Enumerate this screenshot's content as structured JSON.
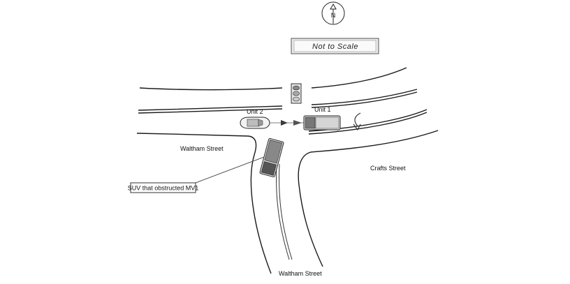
{
  "compass": {
    "letter": "N",
    "icon": "north-arrow-icon"
  },
  "scale_note": "Not to Scale",
  "streets": {
    "north_west": "Waltham Street",
    "south": "Waltham Street",
    "east": "Crafts Street"
  },
  "vehicles": {
    "unit1": "Unit 1",
    "unit2": "Unit 2"
  },
  "callout": "SUV that obstructed MV1",
  "icons": [
    "traffic-signal-icon",
    "u-turn-arrow-icon",
    "direction-arrow-icon"
  ]
}
